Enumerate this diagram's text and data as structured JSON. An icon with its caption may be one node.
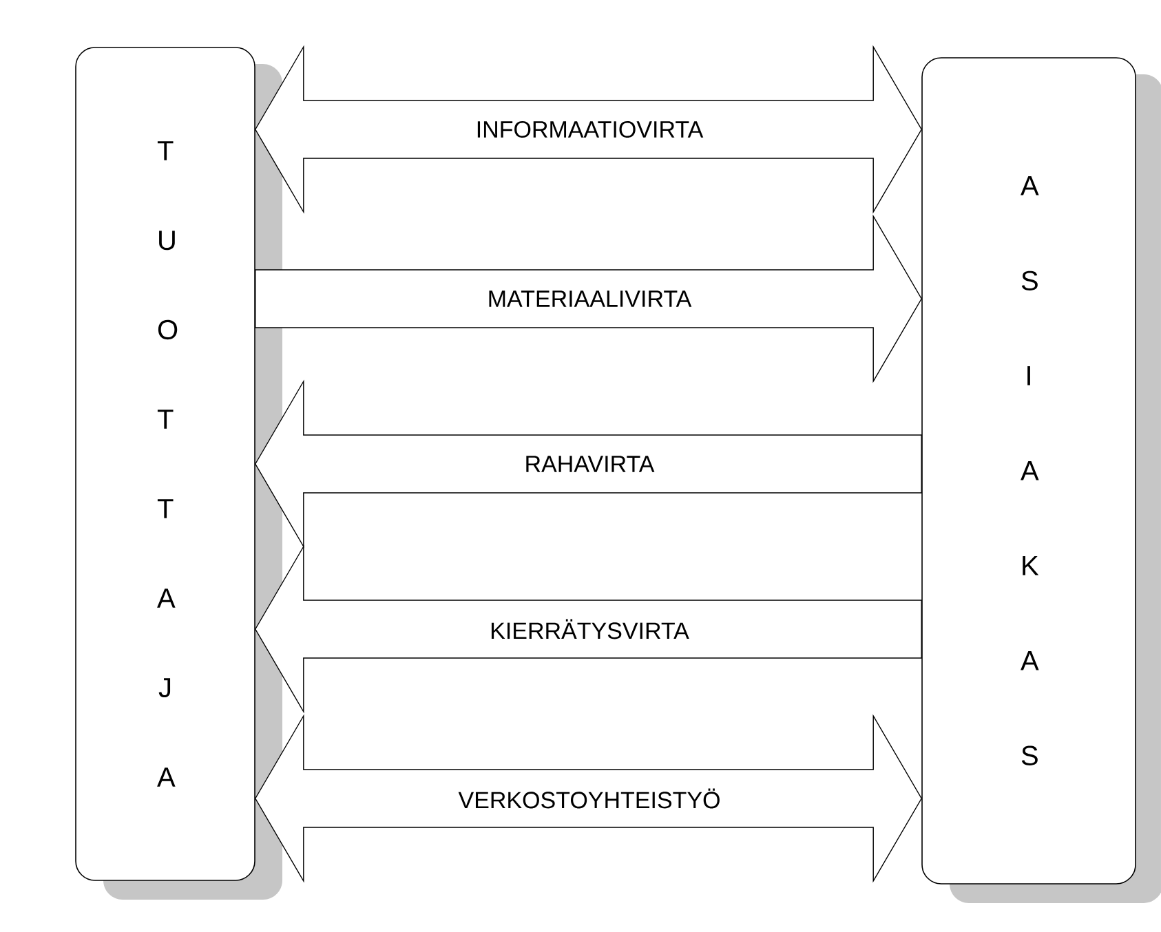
{
  "diagram": {
    "nodes": [
      {
        "text": [
          "T U O T T A J A"
        ]
      },
      {
        "text": [
          "A S I A K A S"
        ]
      }
    ],
    "edges": [
      {
        "from": 0,
        "to": 1,
        "arrow": "both",
        "label": "INFORMAATIOVIRTA"
      },
      {
        "from": 0,
        "to": 1,
        "arrow": "to",
        "label": "MATERIAALIVIRTA"
      },
      {
        "from": 1,
        "to": 0,
        "arrow": "to",
        "label": "RAHAVIRTA"
      },
      {
        "from": 1,
        "to": 0,
        "arrow": "to",
        "label": "KIERRÄTYSVIRTA"
      },
      {
        "from": 0,
        "to": 1,
        "arrow": "both",
        "label": "VERKOSTOYHTEISTYÖ"
      }
    ]
  }
}
